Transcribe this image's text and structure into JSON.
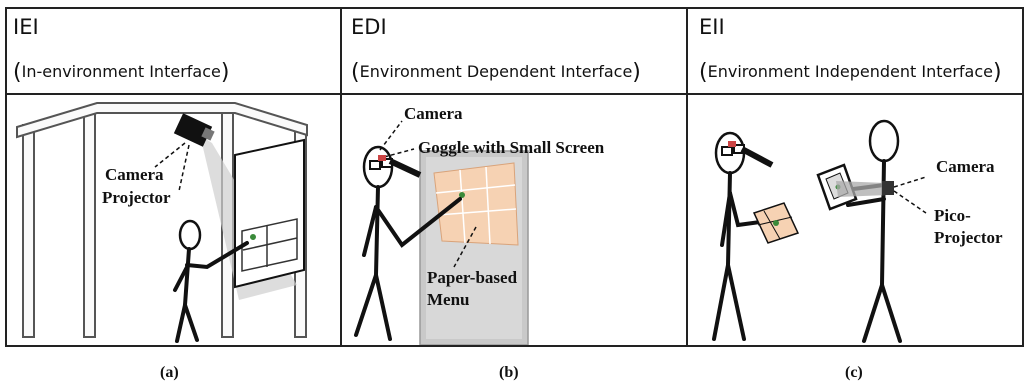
{
  "panels": [
    {
      "abbr": "IEI",
      "full": "In-environment Interface",
      "caption": "(a)",
      "labels": {
        "camera": "Camera",
        "projector": "Projector"
      }
    },
    {
      "abbr": "EDI",
      "full": "Environment Dependent Interface",
      "caption": "(b)",
      "labels": {
        "camera": "Camera",
        "goggle": "Goggle with Small Screen",
        "menu_line1": "Paper-based",
        "menu_line2": "Menu"
      }
    },
    {
      "abbr": "EII",
      "full": "Environment Independent Interface",
      "caption": "(c)",
      "labels": {
        "camera": "Camera",
        "pico_line1": "Pico-",
        "pico_line2": "Projector"
      }
    }
  ]
}
